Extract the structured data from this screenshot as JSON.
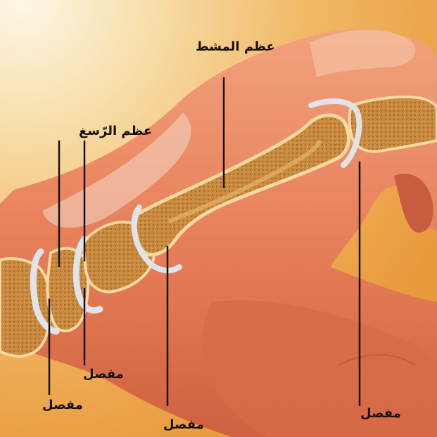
{
  "labels": {
    "metacarpal_bone": "عظم المشط",
    "carpal_bone": "عظم الرّسغ",
    "joint_1": "مفصل",
    "joint_2": "مفصل",
    "joint_3": "مفصل",
    "joint_4": "مفصل"
  },
  "colors": {
    "background_light": "#fbf0d8",
    "background_orange": "#f0b35e",
    "skin": "#e9835f",
    "skin_shadow": "#c9603f",
    "bone": "#c98a3f",
    "bone_outline": "#f4d9a0",
    "cartilage": "#d9dde6",
    "leader_line": "#1a1008"
  },
  "icons": [
    "hand-anatomy-illustration"
  ]
}
